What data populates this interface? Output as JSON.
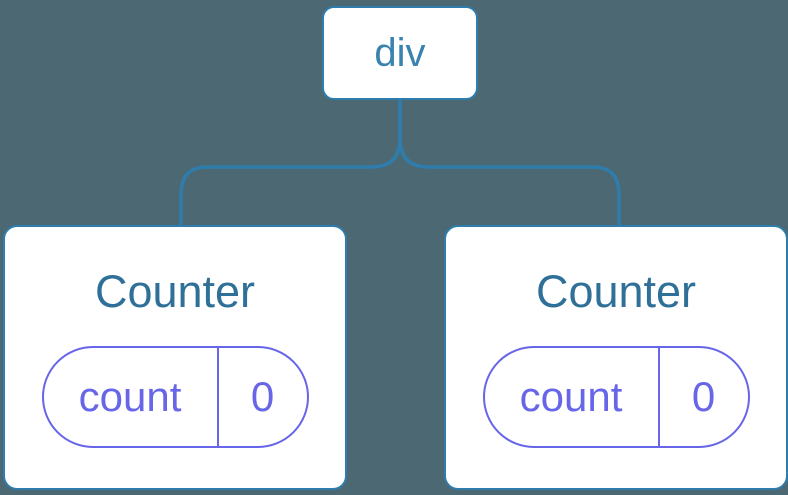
{
  "diagram": {
    "description": "Component tree: a div parent with two Counter children, each holding its own count state",
    "colors": {
      "background": "#4c6873",
      "line_blue": "#2e7dad",
      "card_fill": "#ffffff",
      "root_label_blue": "#3a82b0",
      "counter_title_blue": "#2f7099",
      "state_purple": "#6765e8"
    },
    "root": {
      "label": "div"
    },
    "children": [
      {
        "title": "Counter",
        "state": {
          "key": "count",
          "value": "0"
        }
      },
      {
        "title": "Counter",
        "state": {
          "key": "count",
          "value": "0"
        }
      }
    ]
  }
}
